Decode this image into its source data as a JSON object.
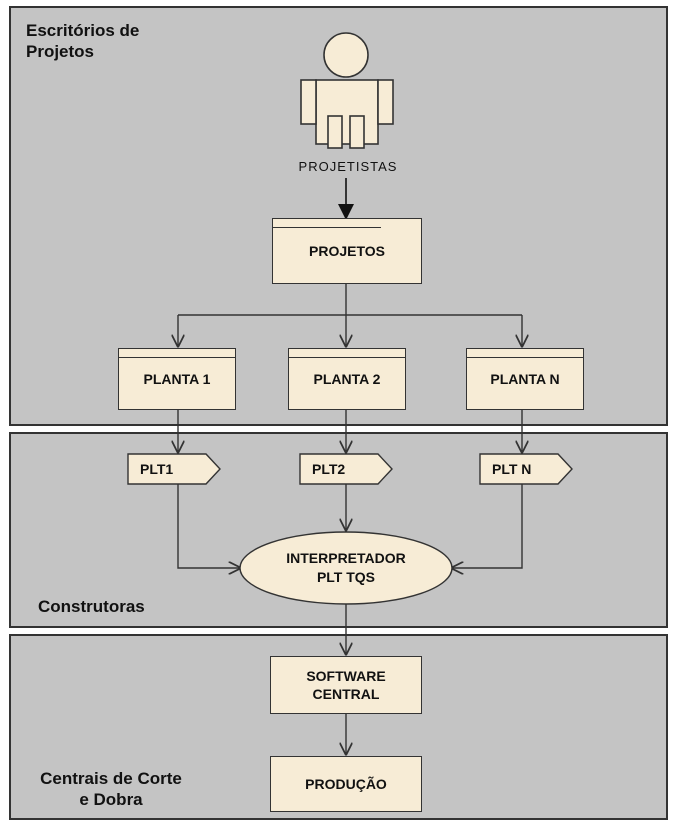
{
  "lanes": {
    "projetos": {
      "title_line1": "Escritórios de",
      "title_line2": "Projetos"
    },
    "construtoras": {
      "title": "Construtoras"
    },
    "centrais": {
      "title_line1": "Centrais de Corte",
      "title_line2": "e Dobra"
    }
  },
  "actor": {
    "label": "PROJETISTAS",
    "icon": "person-icon"
  },
  "nodes": {
    "projetos": "PROJETOS",
    "planta_1": "PLANTA 1",
    "planta_2": "PLANTA 2",
    "planta_n": "PLANTA N",
    "plt1": "PLT1",
    "plt2": "PLT2",
    "plt_n": "PLT N",
    "interpretador_line1": "INTERPRETADOR",
    "interpretador_line2": "PLT TQS",
    "software_line1": "SOFTWARE",
    "software_line2": "CENTRAL",
    "producao": "PRODUÇÃO"
  },
  "colors": {
    "lane_fill": "#c4c4c4",
    "node_fill": "#f7ecd6",
    "stroke": "#333333"
  }
}
